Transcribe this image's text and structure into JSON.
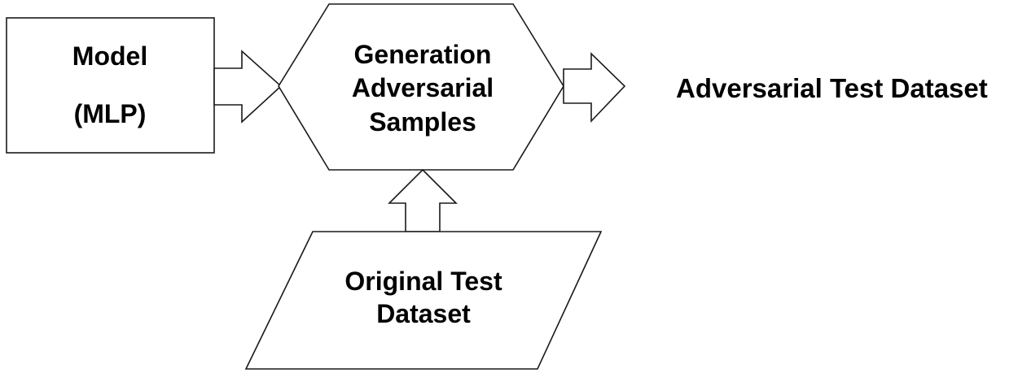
{
  "model_box": {
    "line1": "Model",
    "line2": "(MLP)"
  },
  "generation_box": {
    "line1": "Generation",
    "line2": "Adversarial",
    "line3": "Samples"
  },
  "output": {
    "label": "Adversarial Test Dataset"
  },
  "input_dataset": {
    "line1": "Original Test",
    "line2": "Dataset"
  }
}
